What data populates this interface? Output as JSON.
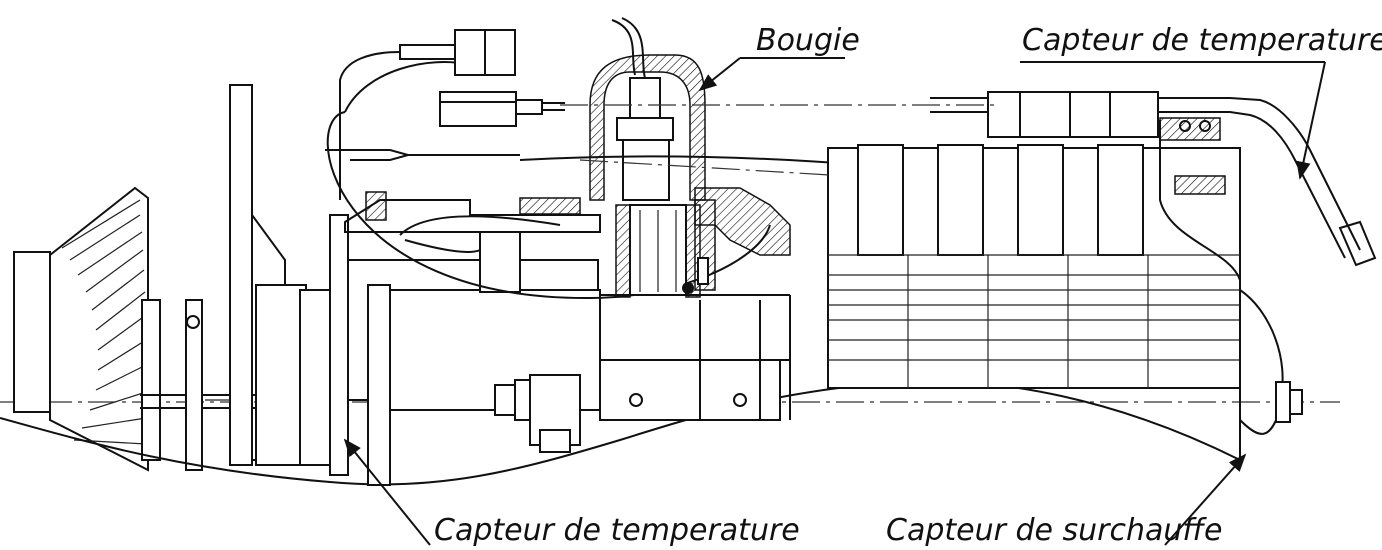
{
  "labels": {
    "spark_plug": "Bougie",
    "temp_sensor_top": "Capteur de temperature",
    "temp_sensor_bottom": "Capteur de temperature",
    "overheat_sensor": "Capteur de surchauffe"
  }
}
